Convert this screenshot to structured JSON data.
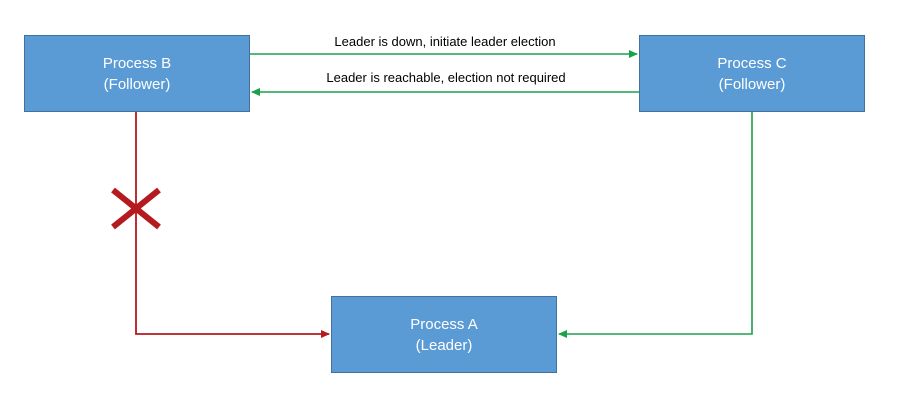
{
  "colors": {
    "node_fill": "#5b9bd5",
    "node_border": "#41719c",
    "green_arrow": "#1aa14b",
    "red_arrow": "#b51a1f",
    "cross": "#b51a1f"
  },
  "nodes": {
    "process_b": {
      "name": "Process B",
      "role": "(Follower)"
    },
    "process_c": {
      "name": "Process C",
      "role": "(Follower)"
    },
    "process_a": {
      "name": "Process A",
      "role": "(Leader)"
    }
  },
  "edges": {
    "b_to_c": {
      "label": "Leader is down, initiate leader election"
    },
    "c_to_b": {
      "label": "Leader is reachable, election not required"
    },
    "b_to_a": {
      "status": "broken",
      "marker": "cross-icon"
    },
    "c_to_a": {
      "status": "ok"
    }
  }
}
